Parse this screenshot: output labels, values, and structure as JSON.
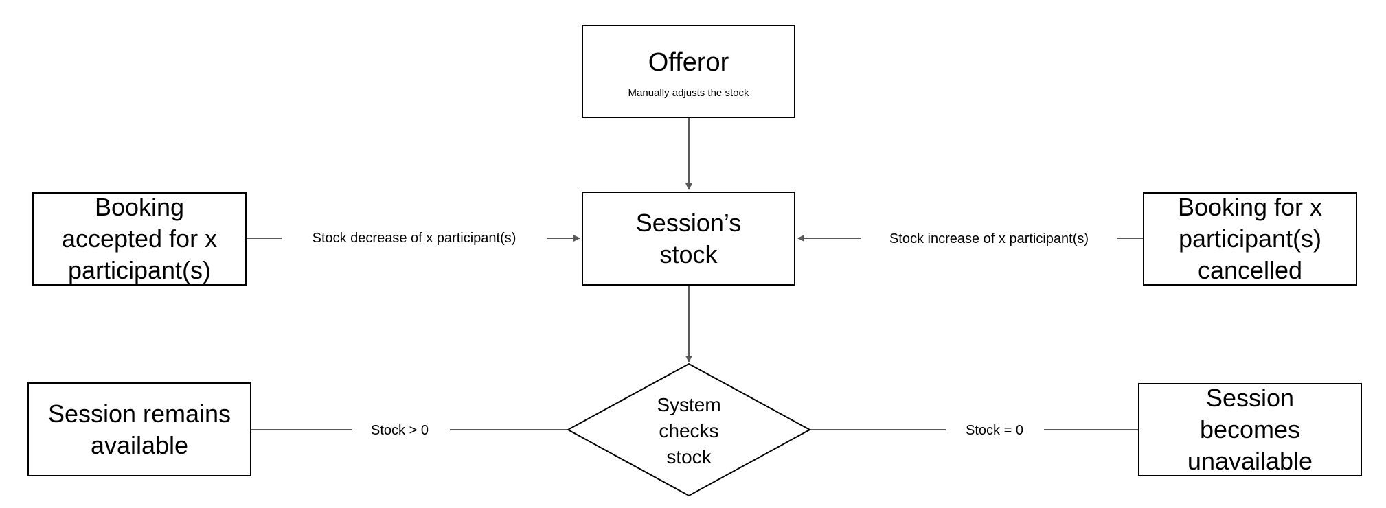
{
  "nodes": {
    "offeror": {
      "title": "Offeror",
      "subtitle": "Manually adjusts the stock"
    },
    "session_stock": {
      "line1": "Session’s",
      "line2": "stock"
    },
    "booking_accepted": {
      "line1": "Booking",
      "line2": "accepted for x",
      "line3": "participant(s)"
    },
    "booking_cancelled": {
      "line1": "Booking for x",
      "line2": "participant(s)",
      "line3": "cancelled"
    },
    "system_check": {
      "line1": "System",
      "line2": "checks",
      "line3": "stock"
    },
    "session_available": {
      "line1": "Session remains",
      "line2": "available"
    },
    "session_unavailable": {
      "line1": "Session",
      "line2": "becomes",
      "line3": "unavailable"
    }
  },
  "edges": {
    "decrease": "Stock decrease of x participant(s)",
    "increase": "Stock increase of x participant(s)",
    "gt_zero": "Stock > 0",
    "eq_zero": "Stock = 0"
  },
  "colors": {
    "line": "#595959",
    "border": "#000000",
    "background": "#ffffff"
  }
}
